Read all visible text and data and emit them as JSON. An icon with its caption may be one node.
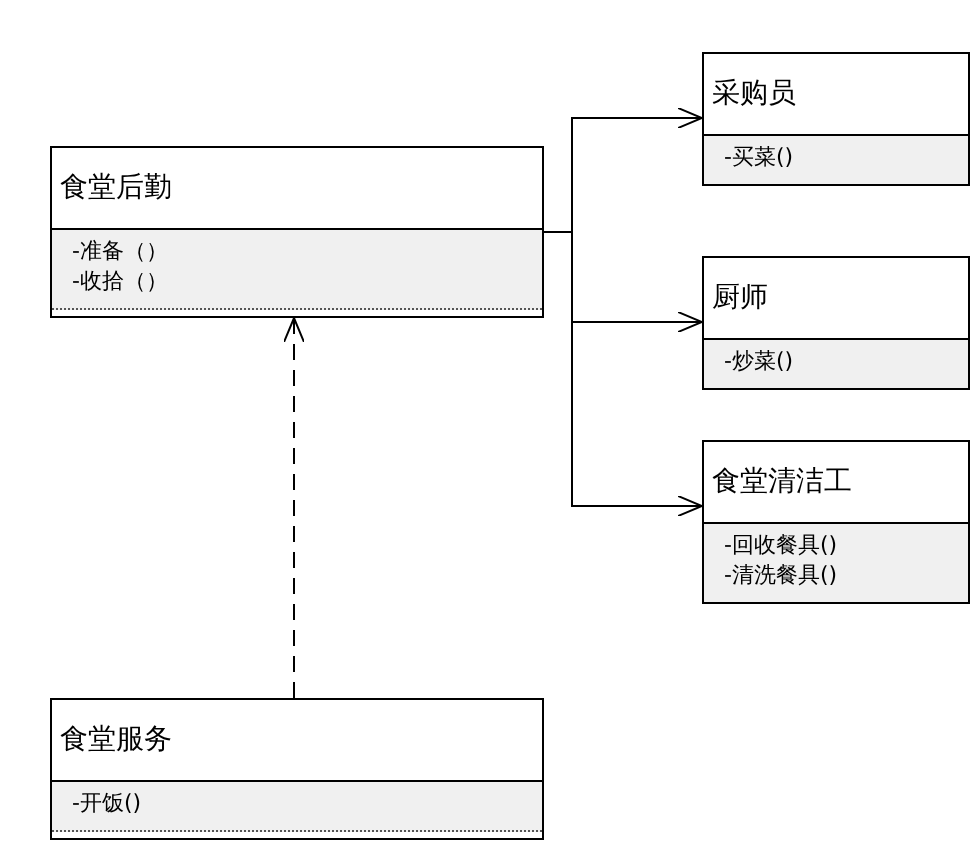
{
  "diagram": {
    "nodes": [
      {
        "text": [
          "食堂后勤",
          "-准备（）",
          "-收拾（）"
        ]
      },
      {
        "text": [
          "采购员",
          "-买菜()"
        ]
      },
      {
        "text": [
          "厨师",
          "-炒菜()"
        ]
      },
      {
        "text": [
          "食堂清洁工",
          "-回收餐具()",
          "-清洗餐具()"
        ]
      },
      {
        "text": [
          "食堂服务",
          "-开饭()"
        ]
      }
    ],
    "edges": [
      {
        "from": 0,
        "to": 1,
        "arrow": "to"
      },
      {
        "from": 0,
        "to": 2,
        "arrow": "to"
      },
      {
        "from": 0,
        "to": 3,
        "arrow": "to"
      },
      {
        "from": 4,
        "to": 0,
        "arrow": "to",
        "style": "dashed"
      }
    ]
  }
}
